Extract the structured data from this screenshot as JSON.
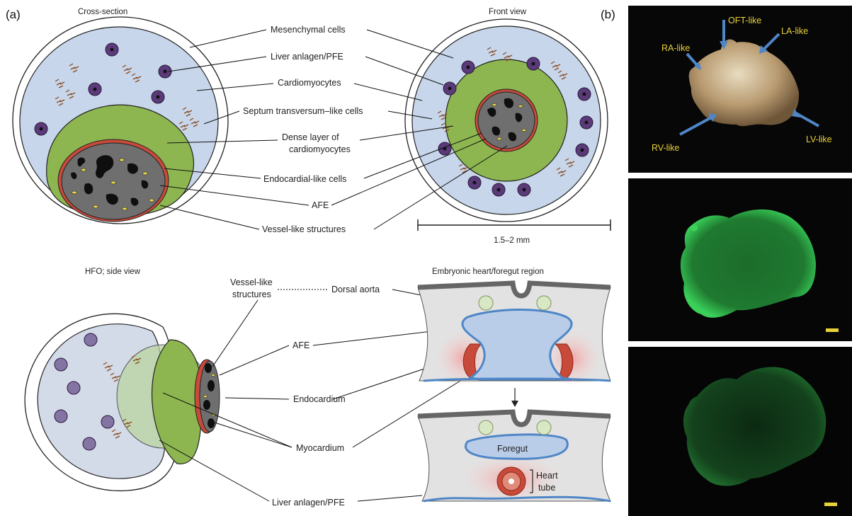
{
  "panel_a": {
    "label": "(a)",
    "cross_section": {
      "title": "Cross-section",
      "labels": {
        "mesenchymal": "Mesenchymal cells",
        "liver": "Liver anlagen/PFE",
        "cardiomyocytes": "Cardiomyocytes",
        "septum": "Septum transversum–like cells",
        "dense1": "Dense layer of",
        "dense2": "cardiomyocytes",
        "endocardial": "Endocardial-like cells",
        "afe": "AFE",
        "vessel": "Vessel-like structures"
      }
    },
    "front_view": {
      "title": "Front view",
      "scale_label": "1.5–2 mm"
    },
    "side_view": {
      "title": "HFO; side view",
      "labels": {
        "vessel1": "Vessel-like",
        "vessel2": "structures",
        "dorsal_aorta": "Dorsal aorta",
        "afe": "AFE",
        "endocardium": "Endocardium",
        "myocardium": "Myocardium",
        "liver": "Liver anlagen/PFE"
      }
    },
    "embryo": {
      "title": "Embryonic heart/foregut region",
      "foregut": "Foregut",
      "heart1": "Heart",
      "heart2": "tube"
    }
  },
  "panel_b": {
    "label": "(b)",
    "photo_labels": {
      "oft": "OFT-like",
      "ra": "RA-like",
      "la": "LA-like",
      "rv": "RV-like",
      "lv": "LV-like"
    }
  },
  "colors": {
    "mesenchyme_blue": "#c7d6ea",
    "myocardium_green": "#8db650",
    "afe_gray": "#6f6f6f",
    "cell_purple": "#5a3a78",
    "endocardium_red": "#c84a3a",
    "foregut_blue": "#b9cde8",
    "arrow_blue": "#4f86c6",
    "photo_text": "#e8d23a",
    "fluor_green": "#2fb54a"
  }
}
